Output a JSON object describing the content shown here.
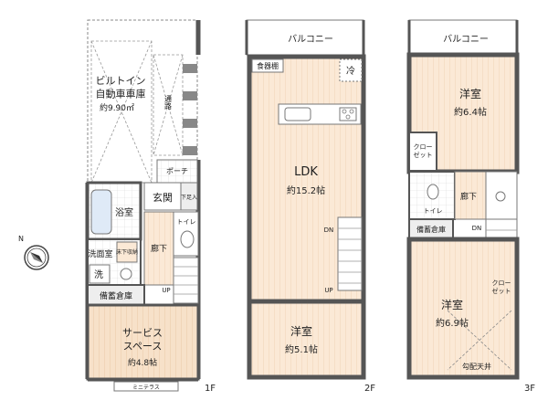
{
  "floor1": {
    "garage_label": "ビルトイン\n自動車車庫",
    "garage_area": "約9.90㎡",
    "passage": "通路",
    "porch": "ポーチ",
    "entrance": "玄関",
    "shoe_box": "下足入",
    "bath": "浴室",
    "toilet": "トイレ",
    "washroom": "洗面室",
    "underfloor_storage": "床下収納",
    "wash": "洗",
    "hallway": "廊下",
    "stockroom": "備蓄倉庫",
    "service_space": "サービス\nスペース",
    "service_area": "約4.8帖",
    "up": "UP",
    "mini_terrace": "ミニテラス",
    "floor_label": "1F"
  },
  "floor2": {
    "balcony": "バルコニー",
    "dish_cabinet": "食器棚",
    "fridge": "冷",
    "ldk": "LDK",
    "ldk_area": "約15.2帖",
    "dn": "DN",
    "up": "UP",
    "western_room": "洋室",
    "western_area": "約5.1帖",
    "floor_label": "2F"
  },
  "floor3": {
    "balcony": "バルコニー",
    "western_room_1": "洋室",
    "western_area_1": "約6.4帖",
    "closet_1": "クロー\nゼット",
    "hallway": "廊下",
    "toilet": "トイレ",
    "stockroom": "備蓄倉庫",
    "dn": "DN",
    "closet_2": "クロー\nゼット",
    "western_room_2": "洋室",
    "western_area_2": "約6.9帖",
    "sloped_ceiling": "勾配天井",
    "floor_label": "3F"
  },
  "compass": {
    "north": "N"
  }
}
